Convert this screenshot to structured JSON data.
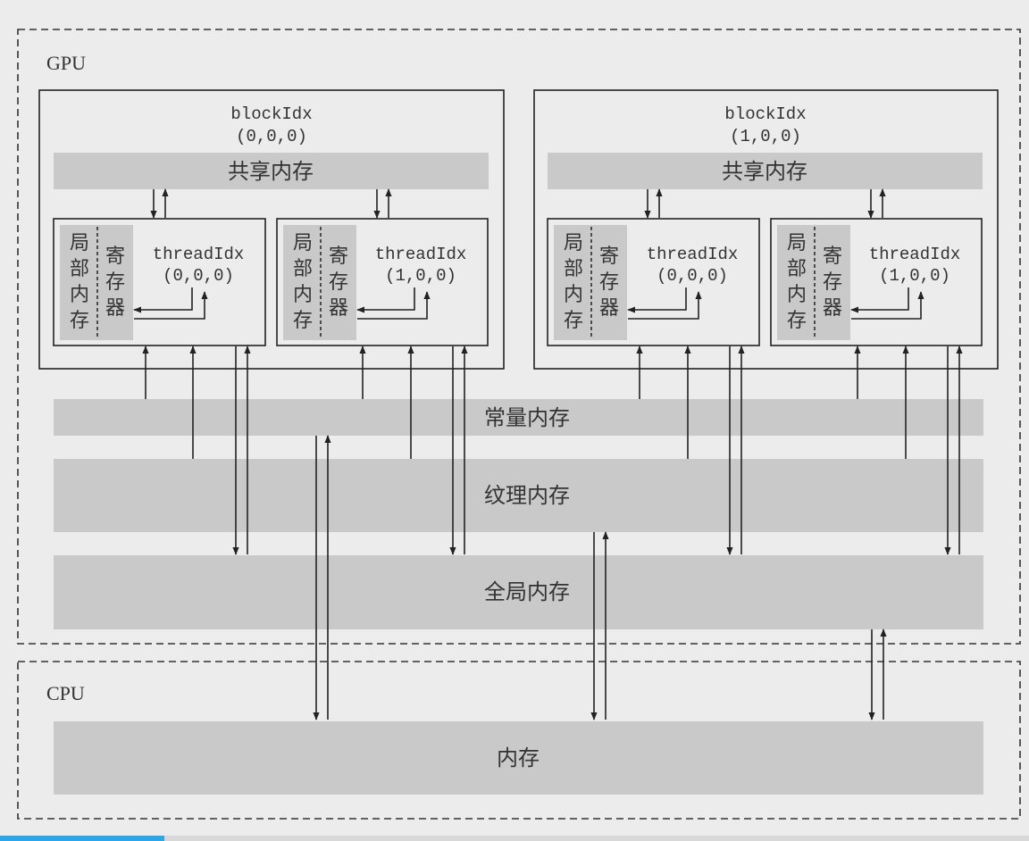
{
  "gpu": {
    "label": "GPU",
    "blocks": [
      {
        "label": "blockIdx",
        "index": "(0,0,0)",
        "shared_memory": "共享内存",
        "threads": [
          {
            "label": "threadIdx",
            "index": "(0,0,0)",
            "local_memory": [
              "局",
              "部",
              "内",
              "存"
            ],
            "registers": [
              "寄",
              "存",
              "器"
            ]
          },
          {
            "label": "threadIdx",
            "index": "(1,0,0)",
            "local_memory": [
              "局",
              "部",
              "内",
              "存"
            ],
            "registers": [
              "寄",
              "存",
              "器"
            ]
          }
        ]
      },
      {
        "label": "blockIdx",
        "index": "(1,0,0)",
        "shared_memory": "共享内存",
        "threads": [
          {
            "label": "threadIdx",
            "index": "(0,0,0)",
            "local_memory": [
              "局",
              "部",
              "内",
              "存"
            ],
            "registers": [
              "寄",
              "存",
              "器"
            ]
          },
          {
            "label": "threadIdx",
            "index": "(1,0,0)",
            "local_memory": [
              "局",
              "部",
              "内",
              "存"
            ],
            "registers": [
              "寄",
              "存",
              "器"
            ]
          }
        ]
      }
    ],
    "constant_memory": "常量内存",
    "texture_memory": "纹理内存",
    "global_memory": "全局内存"
  },
  "cpu": {
    "label": "CPU",
    "memory": "内存"
  },
  "colors": {
    "background": "#ececec",
    "memory_bar": "#c9c9c9",
    "stroke": "#222222",
    "text": "#333333",
    "progress": "#2aa7e8"
  },
  "progress": {
    "fraction": 0.16
  }
}
